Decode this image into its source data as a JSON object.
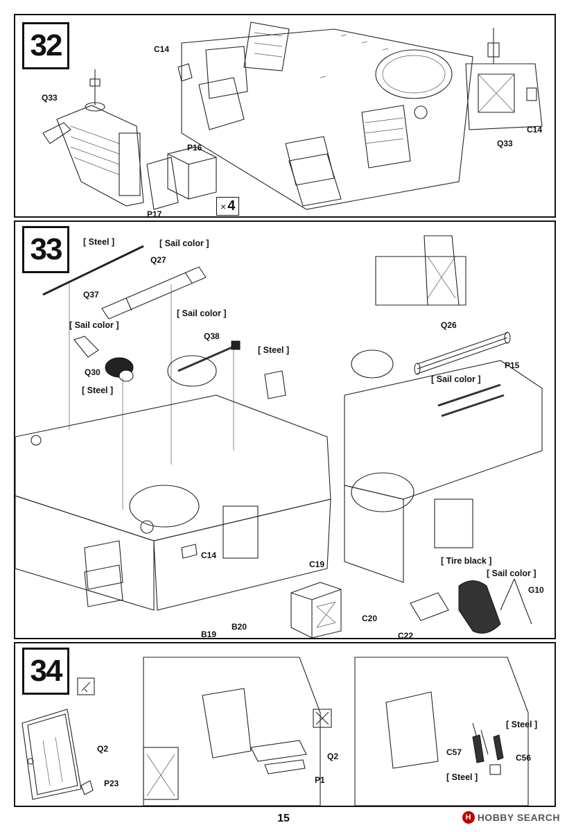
{
  "page": {
    "number": "15"
  },
  "watermark": {
    "logo": "H",
    "text": "HOBBY SEARCH"
  },
  "steps": {
    "s32": {
      "number": "32",
      "quantity": "4",
      "quantity_prefix": "×",
      "labels": {
        "q33_left": "Q33",
        "c14_top": "C14",
        "p16": "P16",
        "p17": "P17",
        "c14_inset": "C14",
        "q33_inset": "Q33"
      }
    },
    "s33": {
      "number": "33",
      "labels": {
        "steel_1": "[ Steel ]",
        "sail_1": "[ Sail color ]",
        "q27": "Q27",
        "q37": "Q37",
        "sail_2": "[ Sail color ]",
        "sail_3": "[ Sail color ]",
        "q38": "Q38",
        "steel_2": "[ Steel ]",
        "q30": "Q30",
        "steel_3": "[ Steel ]",
        "c14": "C14",
        "b19": "B19",
        "b20": "B20",
        "c19": "C19",
        "c20": "C20",
        "q26": "Q26",
        "p15": "P15",
        "sail_4": "[ Sail color ]",
        "tire_black": "[ Tire black ]",
        "sail_5": "[ Sail color ]",
        "g10": "G10",
        "c22": "C22"
      }
    },
    "s34": {
      "number": "34",
      "labels": {
        "q2_left": "Q2",
        "p23": "P23",
        "q2_mid": "Q2",
        "p1": "P1",
        "steel_1": "[ Steel ]",
        "c57": "C57",
        "c56": "C56",
        "steel_2": "[ Steel ]"
      }
    }
  }
}
